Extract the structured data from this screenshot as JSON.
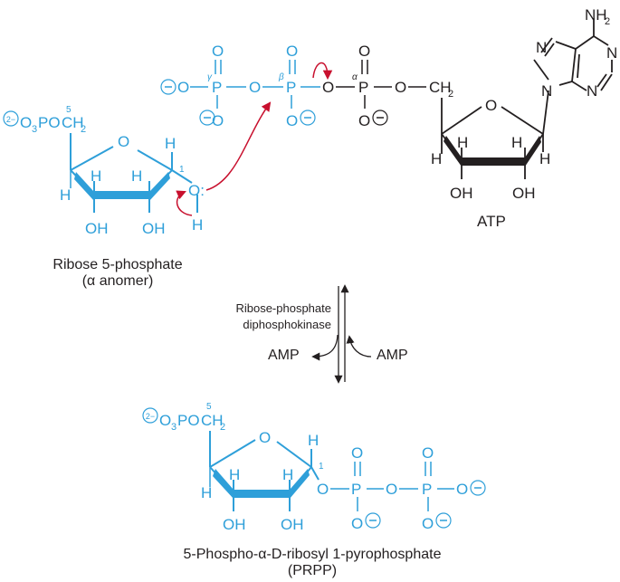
{
  "colors": {
    "blue": "#2e9fd9",
    "blue_ring": "#2b86c6",
    "black": "#231f20",
    "red": "#c8102e"
  },
  "atp": {
    "label": "ATP",
    "nh2": "NH",
    "nh2_sub": "2",
    "ring_n": "N",
    "ring_o": "O",
    "h": "H",
    "oh": "OH",
    "bridge_o": "O",
    "ch2": "CH",
    "ch2_sub": "2",
    "phosphorus": "P",
    "oxygen": "O",
    "alpha": "α",
    "beta": "β",
    "gamma": "γ",
    "minus": "⊖"
  },
  "ribose5p": {
    "label_line1": "Ribose 5-phosphate",
    "label_line2": "(α anomer)",
    "prefix_charge": "2−",
    "o3": "O",
    "o3_sub": "3",
    "po": "PO",
    "ch2": "CH",
    "ch2_sub": "2",
    "c5": "5",
    "c1": "1",
    "ring_o": "O",
    "h": "H",
    "oh": "OH",
    "nucleophile_o": "O:"
  },
  "enzyme": {
    "line1": "Ribose-phosphate",
    "line2": "diphosphokinase",
    "amp_left": "AMP",
    "amp_right": "AMP"
  },
  "prpp": {
    "label_line1": "5-Phospho-α-D-ribosyl 1-pyrophosphate",
    "label_line2": "(PRPP)",
    "prefix_charge": "2−",
    "o3": "O",
    "o3_sub": "3",
    "po": "PO",
    "ch2": "CH",
    "ch2_sub": "2",
    "c5": "5",
    "c1": "1",
    "ring_o": "O",
    "h": "H",
    "oh": "OH",
    "phosphorus": "P",
    "oxygen": "O",
    "minus": "⊖"
  }
}
